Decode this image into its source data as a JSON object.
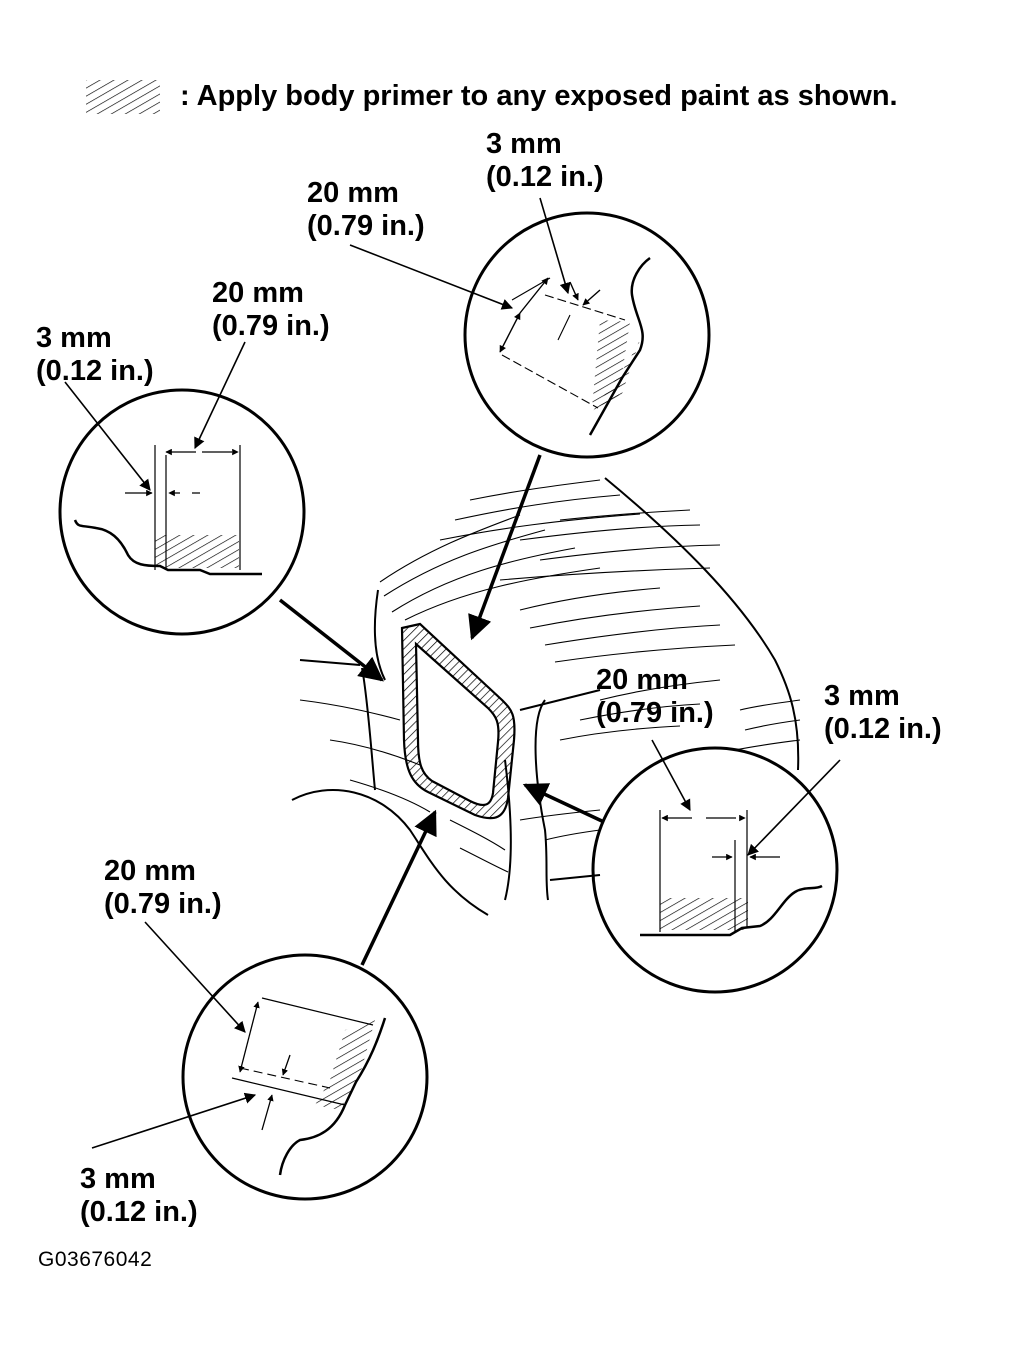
{
  "legend": {
    "text": ": Apply body primer to any exposed paint as shown.",
    "swatch_icon": "hatch-pattern-icon"
  },
  "callouts": {
    "top": {
      "gap": {
        "mm": "3 mm",
        "in": "(0.12 in.)"
      },
      "width": {
        "mm": "20 mm",
        "in": "(0.79 in.)"
      }
    },
    "left": {
      "gap": {
        "mm": "3 mm",
        "in": "(0.12 in.)"
      },
      "width": {
        "mm": "20 mm",
        "in": "(0.79 in.)"
      }
    },
    "right": {
      "width": {
        "mm": "20 mm",
        "in": "(0.79 in.)"
      },
      "gap": {
        "mm": "3 mm",
        "in": "(0.12 in.)"
      }
    },
    "bottom": {
      "width": {
        "mm": "20 mm",
        "in": "(0.79 in.)"
      },
      "gap": {
        "mm": "3 mm",
        "in": "(0.12 in.)"
      }
    }
  },
  "figure_id": "G03676042",
  "colors": {
    "ink": "#000000",
    "paper": "#ffffff"
  }
}
